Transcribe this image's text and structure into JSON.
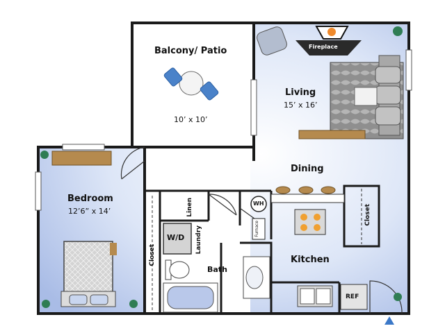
{
  "rooms": {
    "balcony": {
      "title": "Balcony/ Patio",
      "dims": "10’ x 10’"
    },
    "living": {
      "title": "Living",
      "dims": "15’ x 16’"
    },
    "bedroom": {
      "title": "Bedroom",
      "dims": "12’6” x 14’"
    },
    "dining": {
      "title": "Dining"
    },
    "kitchen": {
      "title": "Kitchen"
    },
    "bath": {
      "title": "Bath"
    }
  },
  "fixtures": {
    "fireplace": "Fireplace",
    "linen": "Linen",
    "laundry": "Laundry",
    "wd": "W/D",
    "closet_bedroom": "Closet",
    "closet_kitchen": "Closet",
    "water_heater": "WH",
    "furnace": "Furnace",
    "ref": "REF"
  },
  "colors": {
    "floor": "#b9c8ea",
    "wall": "#1a1a1a",
    "rug": "#8d8d8d",
    "wood": "#b58a4e",
    "stove": "#f0a030",
    "plant": "#2f7d54",
    "entry_marker": "#3b78c8"
  },
  "icons": [
    "armchair-icon",
    "fireplace-icon",
    "plant-icon",
    "sofa-icon",
    "bed-icon",
    "toilet-icon",
    "sink-icon",
    "bathtub-icon",
    "stove-icon",
    "bar-stool-icon",
    "patio-chair-icon",
    "entry-arrow-icon"
  ]
}
